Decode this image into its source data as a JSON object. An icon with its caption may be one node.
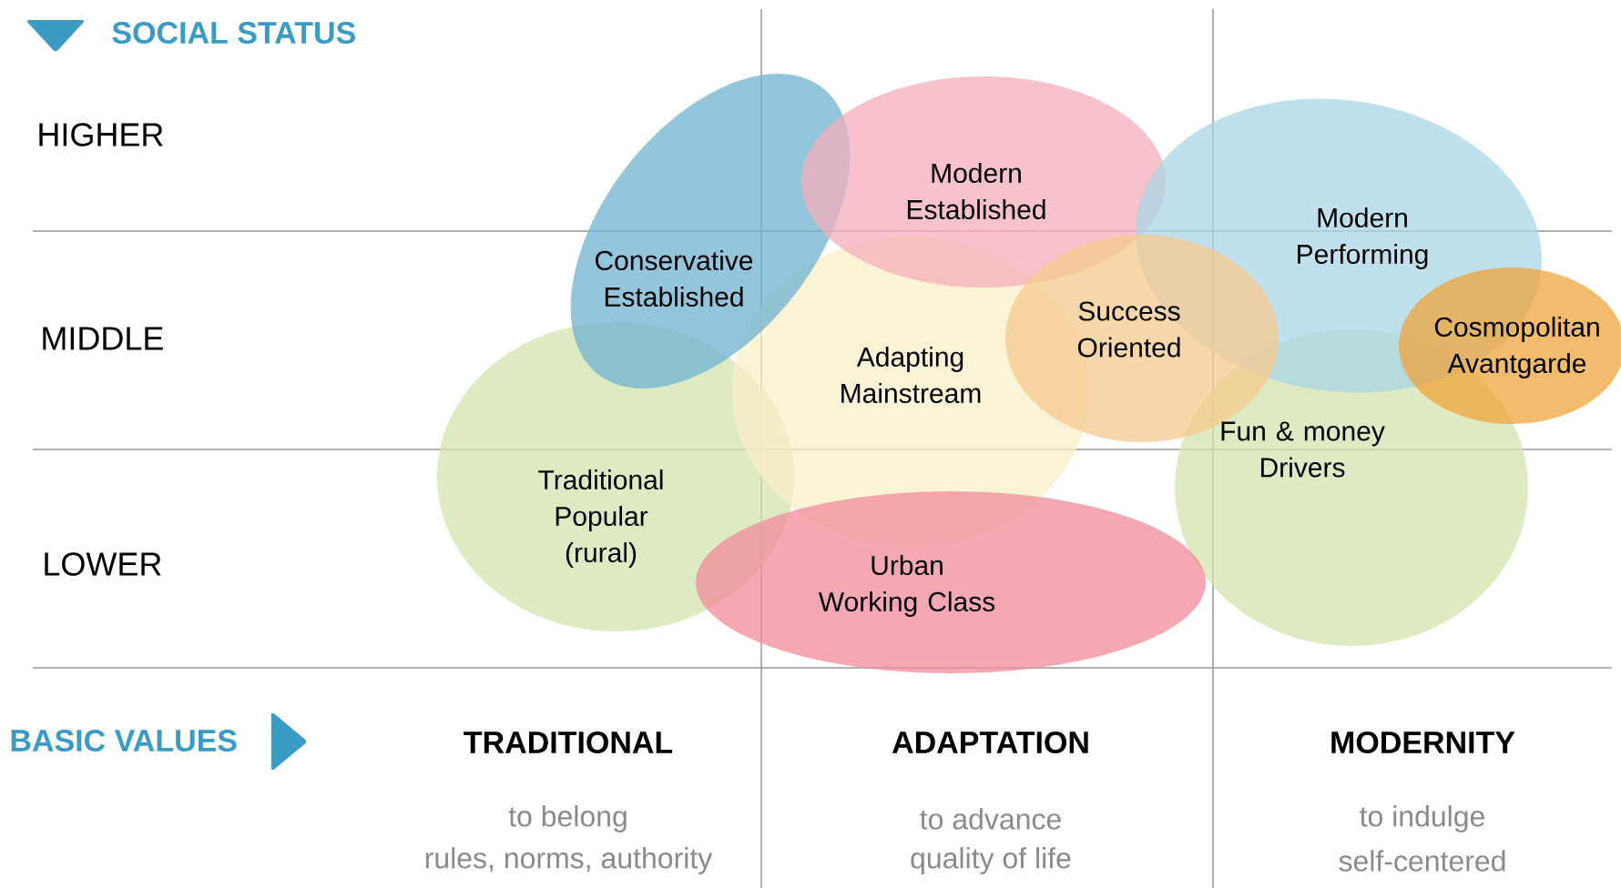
{
  "diagram": {
    "nodes": [
      {
        "text": [
          "Modern Established"
        ]
      },
      {
        "text": [
          "Modern Performing"
        ]
      },
      {
        "text": [
          "Conservative Established"
        ]
      },
      {
        "text": [
          "Success Oriented"
        ]
      },
      {
        "text": [
          "Cosmopolitan Avantgarde"
        ]
      },
      {
        "text": [
          "Adapting Mainstream"
        ]
      },
      {
        "text": [
          "Fun & money Drivers"
        ]
      },
      {
        "text": [
          "Traditional Popular (rural)"
        ]
      },
      {
        "text": [
          "Urban Working Class"
        ]
      }
    ],
    "labels": [
      "SOCIAL STATUS",
      "HIGHER",
      "MIDDLE",
      "LOWER",
      "BASIC VALUES",
      "TRADITIONAL",
      "ADAPTATION",
      "MODERNITY",
      "to belong",
      "to advance",
      "to indulge",
      "rules, norms, authority",
      "quality of life",
      "self-centered"
    ]
  }
}
